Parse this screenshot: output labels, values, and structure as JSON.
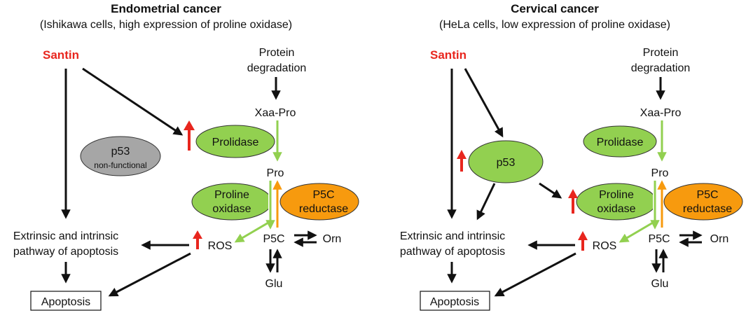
{
  "panels": [
    {
      "id": "left",
      "title": "Endometrial cancer",
      "subtitle": "(Ishikawa cells, high expression of proline oxidase)",
      "drug": "Santin",
      "protein_line1": "Protein",
      "protein_line2": "degradation",
      "xaa_pro": "Xaa-Pro",
      "prolidase": "Prolidase",
      "p53": "p53",
      "p53_status": "non-functional",
      "pro": "Pro",
      "proline_line1": "Proline",
      "proline_line2": "oxidase",
      "p5c_red_line1": "P5C",
      "p5c_red_line2": "reductase",
      "p5c": "P5C",
      "orn": "Orn",
      "ros": "ROS",
      "glu": "Glu",
      "pathway_line1": "Extrinsic and intrinsic",
      "pathway_line2": "pathway of apoptosis",
      "apoptosis": "Apoptosis"
    },
    {
      "id": "right",
      "title": "Cervical cancer",
      "subtitle": "(HeLa cells, low expression of proline oxidase)",
      "drug": "Santin",
      "protein_line1": "Protein",
      "protein_line2": "degradation",
      "xaa_pro": "Xaa-Pro",
      "prolidase": "Prolidase",
      "p53": "p53",
      "pro": "Pro",
      "proline_line1": "Proline",
      "proline_line2": "oxidase",
      "p5c_red_line1": "P5C",
      "p5c_red_line2": "reductase",
      "p5c": "P5C",
      "orn": "Orn",
      "ros": "ROS",
      "glu": "Glu",
      "pathway_line1": "Extrinsic and intrinsic",
      "pathway_line2": "pathway of apoptosis",
      "apoptosis": "Apoptosis"
    }
  ],
  "colors": {
    "green": "#92d050",
    "orange": "#f79a0e",
    "gray": "#a6a6a6",
    "red": "#e8261e",
    "black": "#111111"
  }
}
